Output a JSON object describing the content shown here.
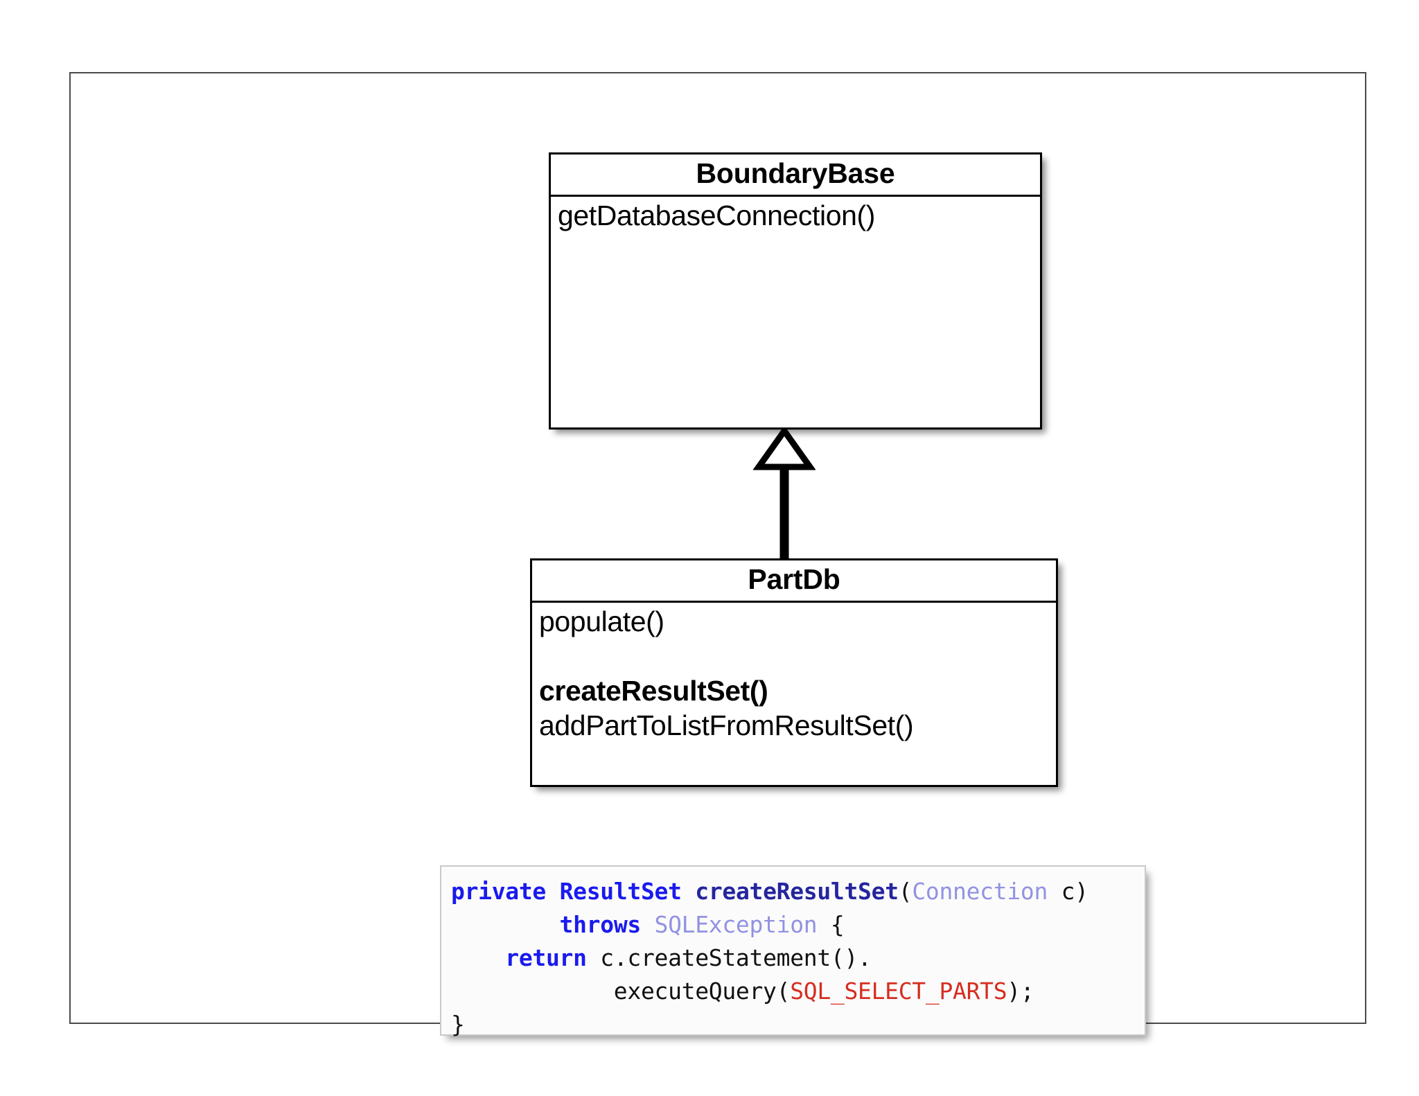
{
  "diagram": {
    "title": "PartDb class diagram with createResultSet implementation",
    "classes": [
      {
        "name": "BoundaryBase",
        "members": [
          "getDatabaseConnection()"
        ]
      },
      {
        "name": "PartDb",
        "members": [
          "populate()",
          "",
          "createResultSet()",
          "addPartToListFromResultSet()"
        ],
        "bold_members": [
          "createResultSet()"
        ]
      }
    ],
    "relationship": {
      "kind": "generalization",
      "from": "PartDb",
      "to": "BoundaryBase",
      "arrow": "hollow-triangle"
    },
    "code_snippet": {
      "language": "java",
      "lines": [
        [
          {
            "t": "private",
            "c": "keyword"
          },
          {
            "t": " ",
            "c": "plain"
          },
          {
            "t": "ResultSet",
            "c": "keyword"
          },
          {
            "t": " ",
            "c": "plain"
          },
          {
            "t": "createResultSet",
            "c": "method"
          },
          {
            "t": "(",
            "c": "plain"
          },
          {
            "t": "Connection",
            "c": "type"
          },
          {
            "t": " c)",
            "c": "plain"
          }
        ],
        [
          {
            "t": "        ",
            "c": "plain"
          },
          {
            "t": "throws",
            "c": "keyword"
          },
          {
            "t": " ",
            "c": "plain"
          },
          {
            "t": "SQLException",
            "c": "type"
          },
          {
            "t": " {",
            "c": "plain"
          }
        ],
        [
          {
            "t": "    ",
            "c": "plain"
          },
          {
            "t": "return",
            "c": "keyword"
          },
          {
            "t": " c.createStatement().",
            "c": "plain"
          }
        ],
        [
          {
            "t": "            executeQuery(",
            "c": "plain"
          },
          {
            "t": "SQL_SELECT_PARTS",
            "c": "const"
          },
          {
            "t": ");",
            "c": "plain"
          }
        ],
        [
          {
            "t": "}",
            "c": "plain"
          }
        ]
      ]
    },
    "colors": {
      "keyword": "#1a1aee",
      "method": "#25259e",
      "type": "#9292e2",
      "constant": "#d62d20",
      "plain": "#111111",
      "class_border": "#000000",
      "frame_border": "#4a4a4a",
      "code_border": "#c9c9c9"
    }
  }
}
